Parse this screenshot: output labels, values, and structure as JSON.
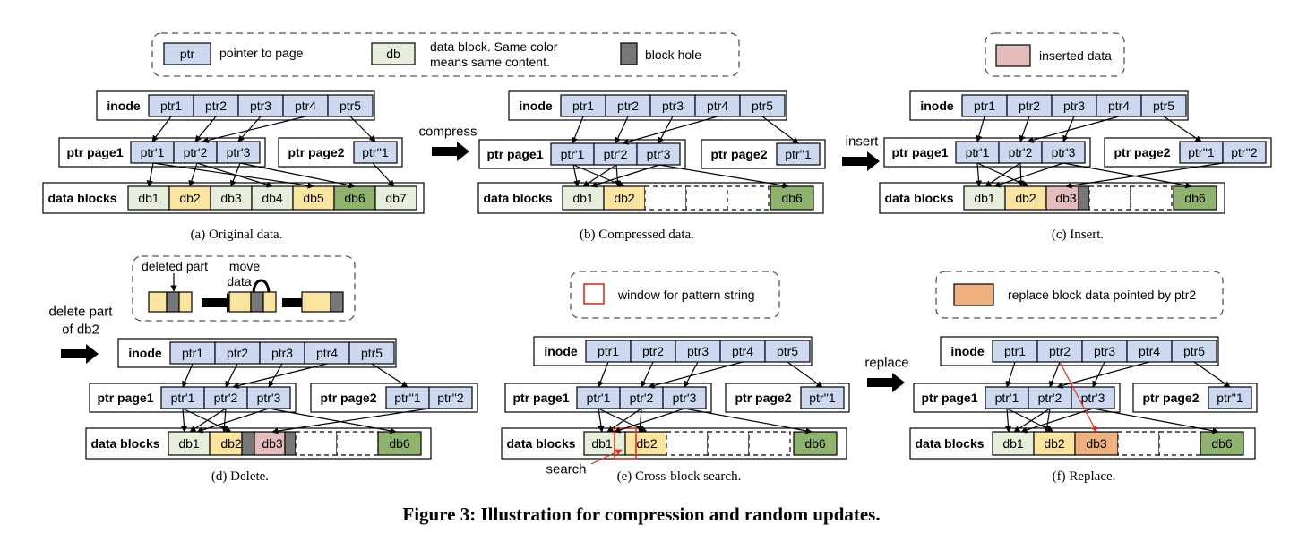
{
  "legend_top": {
    "ptr_box": "ptr",
    "ptr_desc": "pointer to page",
    "db_box": "db",
    "db_desc_line1": "data block. Same color",
    "db_desc_line2": "means same content.",
    "hole_desc": "block hole"
  },
  "legend_insert": {
    "desc": "inserted data"
  },
  "legend_delete": {
    "deleted_part": "deleted part",
    "move_line1": "move",
    "move_line2": "data"
  },
  "legend_search": {
    "desc": "window for pattern string"
  },
  "legend_replace": {
    "desc": "replace block data pointed by ptr2"
  },
  "labels": {
    "inode": "inode",
    "ptr_page1": "ptr page1",
    "ptr_page2": "ptr page2",
    "data_blocks": "data blocks"
  },
  "inode_ptrs": [
    "ptr1",
    "ptr2",
    "ptr3",
    "ptr4",
    "ptr5"
  ],
  "ptr_page1_entries": [
    "ptr'1",
    "ptr'2",
    "ptr'3"
  ],
  "ptr_page2_entries_one": [
    "ptr''1"
  ],
  "ptr_page2_entries_two": [
    "ptr''1",
    "ptr''2"
  ],
  "arrows": {
    "compress": "compress",
    "insert": "insert",
    "delete_line1": "delete part",
    "delete_line2": "of db2",
    "replace": "replace",
    "search": "search"
  },
  "blocks": {
    "a": [
      "db1",
      "db2",
      "db3",
      "db4",
      "db5",
      "db6",
      "db7"
    ],
    "b": [
      "db1",
      "db2",
      "db6"
    ],
    "c": [
      "db1",
      "db2",
      "db3",
      "db6"
    ],
    "d": [
      "db1",
      "db2",
      "db3",
      "db6"
    ],
    "e": [
      "db1",
      "db2",
      "db6"
    ],
    "f": [
      "db1",
      "db2",
      "db3",
      "db6"
    ]
  },
  "captions": {
    "a": "(a) Original data.",
    "b": "(b) Compressed data.",
    "c": "(c) Insert.",
    "d": "(d) Delete.",
    "e": "(e) Cross-block search.",
    "f": "(f) Replace."
  },
  "figure_title": "Figure 3: Illustration for compression and random updates.",
  "colors": {
    "ptr": "#cdd9f0",
    "db1": "#e7efdc",
    "db2": "#fbe4a0",
    "db6": "#8fb36f",
    "inserted": "#e3bcbb",
    "replaced": "#efb080",
    "hole": "#777777",
    "search_window": "#e0301e"
  }
}
